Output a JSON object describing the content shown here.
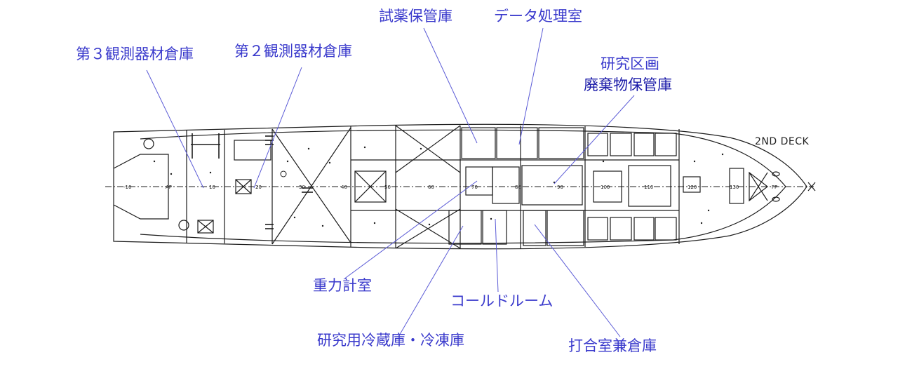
{
  "deck_label": "2ND DECK",
  "station_ticks": [
    "-10",
    "AP",
    "10",
    "20",
    "30",
    "40",
    "50",
    "60",
    "70",
    "80",
    "90",
    "100",
    "110",
    "120",
    "130",
    "FP"
  ],
  "callouts": {
    "obs3": "第３観測器材倉庫",
    "obs2": "第２観測器材倉庫",
    "reagent": "試薬保管庫",
    "data_room": "データ処理室",
    "research_area": "研究区画",
    "waste": "廃棄物保管庫",
    "gravimeter": "重力計室",
    "cold_room": "コールドルーム",
    "fridge": "研究用冷蔵庫・冷凍庫",
    "meeting": "打合室兼倉庫"
  },
  "colors": {
    "label": "#3a3acc",
    "label_strong": "#1a1aa8",
    "leader": "#5b5bd6",
    "drawing": "#1c1c1c"
  }
}
